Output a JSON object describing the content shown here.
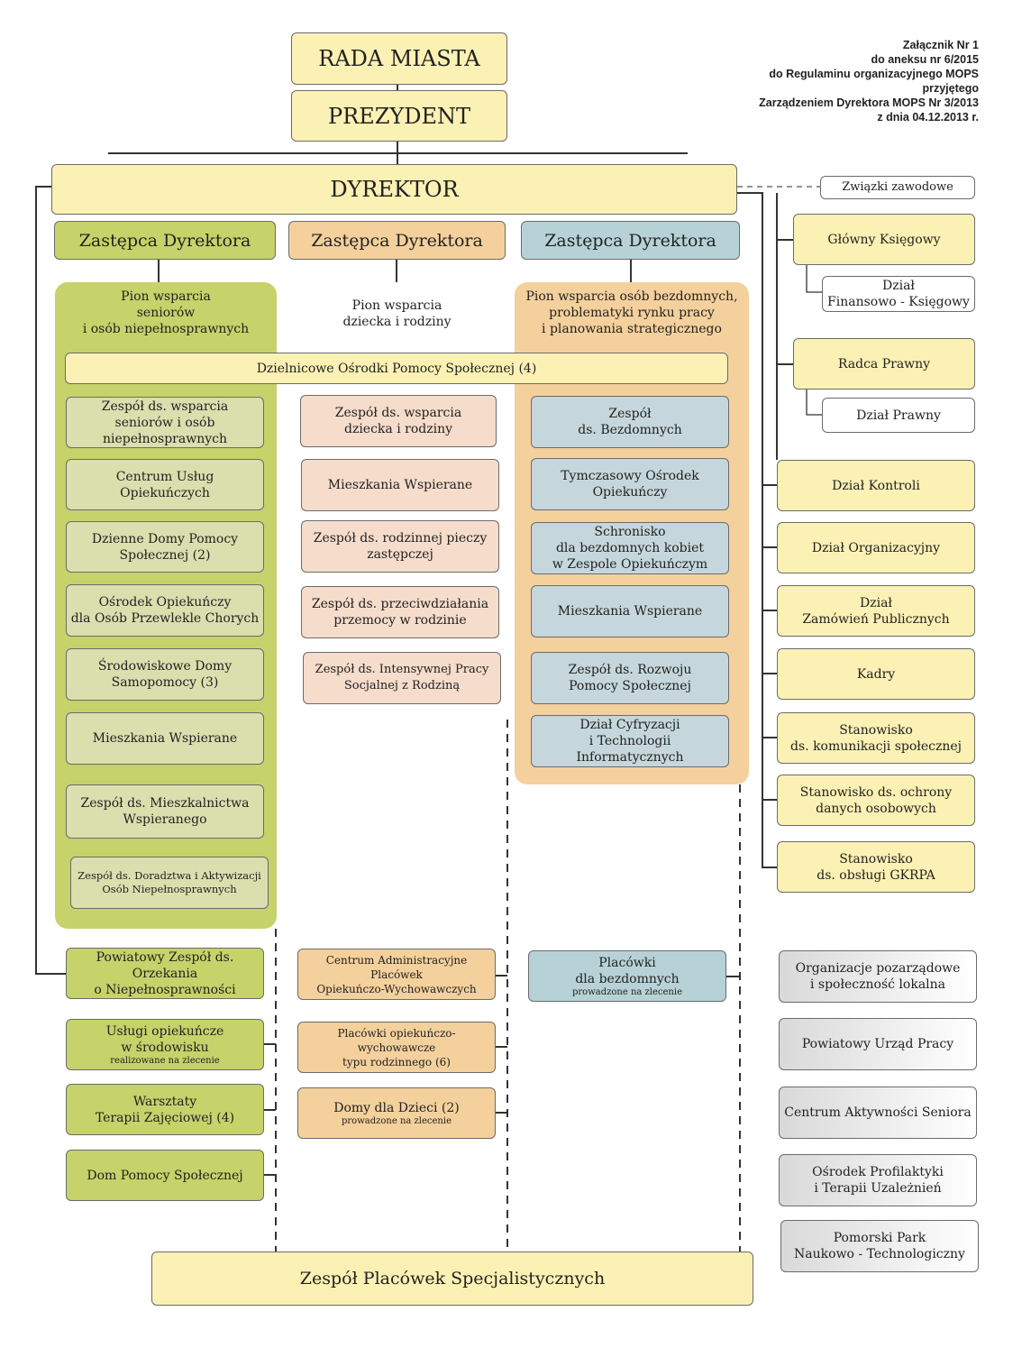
{
  "notice": "Załącznik Nr 1\ndo aneksu nr 6/2015\ndo Regulaminu organizacyjnego MOPS\nprzyjętego\nZarządzeniem Dyrektora MOPS Nr 3/2013\nz dnia 04.12.2013 r.",
  "top": {
    "rada": "RADA MIASTA",
    "prezydent": "PREZYDENT",
    "dyrektor": "DYREKTOR",
    "zwiazki": "Związki zawodowe"
  },
  "deputies": {
    "left": "Zastępca Dyrektora",
    "middle": "Zastępca Dyrektora",
    "right": "Zastępca Dyrektora"
  },
  "piony": {
    "left": "Pion wsparcia\nseniorów\ni osób niepełnosprawnych",
    "middle": "Pion wsparcia\ndziecka i rodziny",
    "right": "Pion wsparcia osób bezdomnych,\nproblematyki rynku pracy\ni planowania strategicznego"
  },
  "dops": "Dzielnicowe Ośrodki Pomocy Społecznej (4)",
  "left_units": [
    "Zespół ds. wsparcia\nseniorów i osób\nniepełnosprawnych",
    "Centrum Usług Opiekuńczych",
    "Dzienne Domy Pomocy\nSpołecznej (2)",
    "Ośrodek Opiekuńczy\ndla Osób Przewlekle Chorych",
    "Środowiskowe Domy\nSamopomocy (3)",
    "Mieszkania Wspierane",
    "Zespół ds. Mieszkalnictwa\nWspieranego",
    "Zespół ds. Doradztwa i Aktywizacji\nOsób Niepełnosprawnych"
  ],
  "middle_units": [
    "Zespół ds. wsparcia\ndziecka i rodziny",
    "Mieszkania Wspierane",
    "Zespół ds. rodzinnej pieczy\nzastępczej",
    "Zespół ds. przeciwdziałania\nprzemocy w rodzinie",
    "Zespół ds. Intensywnej Pracy\nSocjalnej z Rodziną"
  ],
  "right_units": [
    "Zespół\nds. Bezdomnych",
    "Tymczasowy Ośrodek\nOpiekuńczy",
    "Schronisko\ndla bezdomnych kobiet\nw Zespole Opiekuńczym",
    "Mieszkania Wspierane",
    "Zespół ds. Rozwoju\nPomocy Społecznej",
    "Dział Cyfryzacji\ni Technologii Informatycznych"
  ],
  "staff": {
    "glowny": "Główny Księgowy",
    "finanse": "Dział\nFinansowo - Księgowy",
    "radca": "Radca Prawny",
    "prawny": "Dział Prawny",
    "kontrola": "Dział Kontroli",
    "organizacyjny": "Dział Organizacyjny",
    "zamowienia": "Dział\nZamówień Publicznych",
    "kadry": "Kadry",
    "komunikacja": "Stanowisko\nds. komunikacji społecznej",
    "ochrona": "Stanowisko ds. ochrony\ndanych osobowych",
    "gkrpa": "Stanowisko\nds. obsługi GKRPA"
  },
  "bottom_left": {
    "orzekanie": "Powiatowy Zespół ds. Orzekania\no Niepełnosprawności",
    "uslugi": "Usługi opiekuńcze\nw środowisku",
    "uslugi_sub": "realizowane na zlecenie",
    "warsztaty": "Warsztaty\nTerapii Zajęciowej (4)",
    "dps": "Dom Pomocy Społecznej"
  },
  "bottom_middle": {
    "centrum": "Centrum Administracyjne Placówek\nOpiekuńczo-Wychowawczych",
    "placowki": "Placówki opiekuńczo-wychowawcze\ntypu rodzinnego (6)",
    "domy": "Domy dla Dzieci (2)",
    "domy_sub": "prowadzone na zlecenie"
  },
  "bottom_right": {
    "placowki": "Placówki\ndla bezdomnych",
    "placowki_sub": "prowadzone na zlecenie"
  },
  "external": [
    "Organizacje pozarządowe\ni społeczność lokalna",
    "Powiatowy Urząd Pracy",
    "Centrum Aktywności Seniora",
    "Ośrodek Profilaktyki\ni Terapii Uzależnień",
    "Pomorski Park\nNaukowo - Technologiczny"
  ],
  "zps": "Zespół Placówek Specjalistycznych"
}
